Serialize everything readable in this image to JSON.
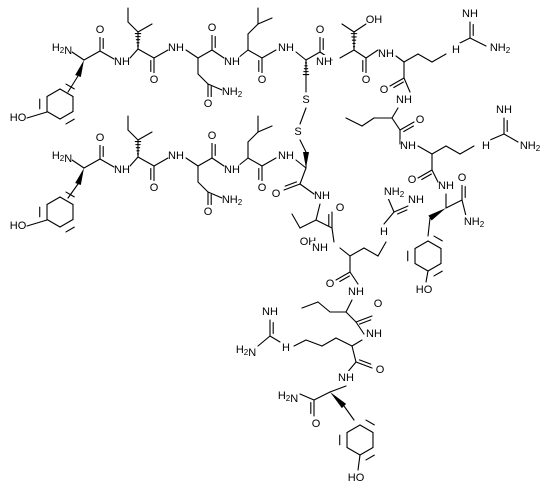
{
  "atom_labels": {
    "nh2": "NH",
    "nh2_sub": "2",
    "nh": "NH",
    "h_n": "H",
    "n": "N",
    "o": "O",
    "oh": "OH",
    "ho": "HO",
    "s": "S",
    "h2n": "H",
    "h2n_sub": "2",
    "h2n_n": "N"
  },
  "colors": {
    "bond": "#000000",
    "background": "#ffffff"
  }
}
